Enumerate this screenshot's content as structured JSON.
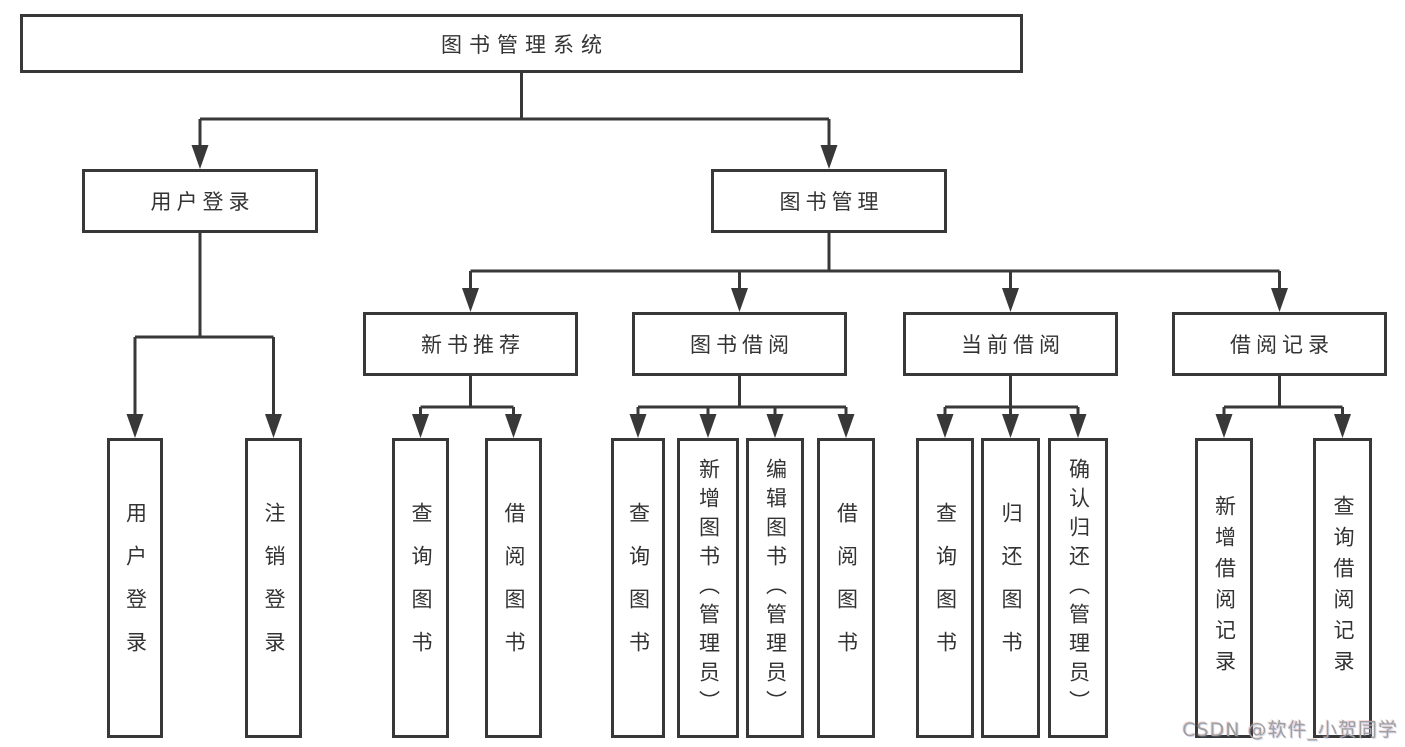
{
  "diagram": {
    "watermark": "CSDN @软件_小贺同学",
    "nodes": {
      "root": "图书管理系统",
      "userLogin": "用户登录",
      "bookMgmt": "图书管理",
      "newBookRec": "新书推荐",
      "bookBorrow": "图书借阅",
      "currentBorrow": "当前借阅",
      "borrowRecords": "借阅记录",
      "leafUserLogin": "用户登录",
      "leafLogout": "注销登录",
      "nbQueryBook": "查询图书",
      "nbBorrowBook": "借阅图书",
      "bbQueryBook": "查询图书",
      "bbAddBook": "新增图书（管理员）",
      "bbEditBook": "编辑图书（管理员）",
      "bbBorrowBook": "借阅图书",
      "cbQueryBook": "查询图书",
      "cbReturnBook": "归还图书",
      "cbConfirmReturn": "确认归还（管理员）",
      "brAddRecord": "新增借阅记录",
      "brQueryRecord": "查询借阅记录"
    },
    "hierarchy": {
      "图书管理系统": [
        "用户登录",
        "图书管理"
      ],
      "用户登录": [
        "用户登录",
        "注销登录"
      ],
      "图书管理": [
        "新书推荐",
        "图书借阅",
        "当前借阅",
        "借阅记录"
      ],
      "新书推荐": [
        "查询图书",
        "借阅图书"
      ],
      "图书借阅": [
        "查询图书",
        "新增图书（管理员）",
        "编辑图书（管理员）",
        "借阅图书"
      ],
      "当前借阅": [
        "查询图书",
        "归还图书",
        "确认归还（管理员）"
      ],
      "借阅记录": [
        "新增借阅记录",
        "查询借阅记录"
      ]
    },
    "colors": {
      "line": "#383838",
      "text": "#333333",
      "background": "#ffffff",
      "watermark": "#a0a0a0"
    }
  }
}
